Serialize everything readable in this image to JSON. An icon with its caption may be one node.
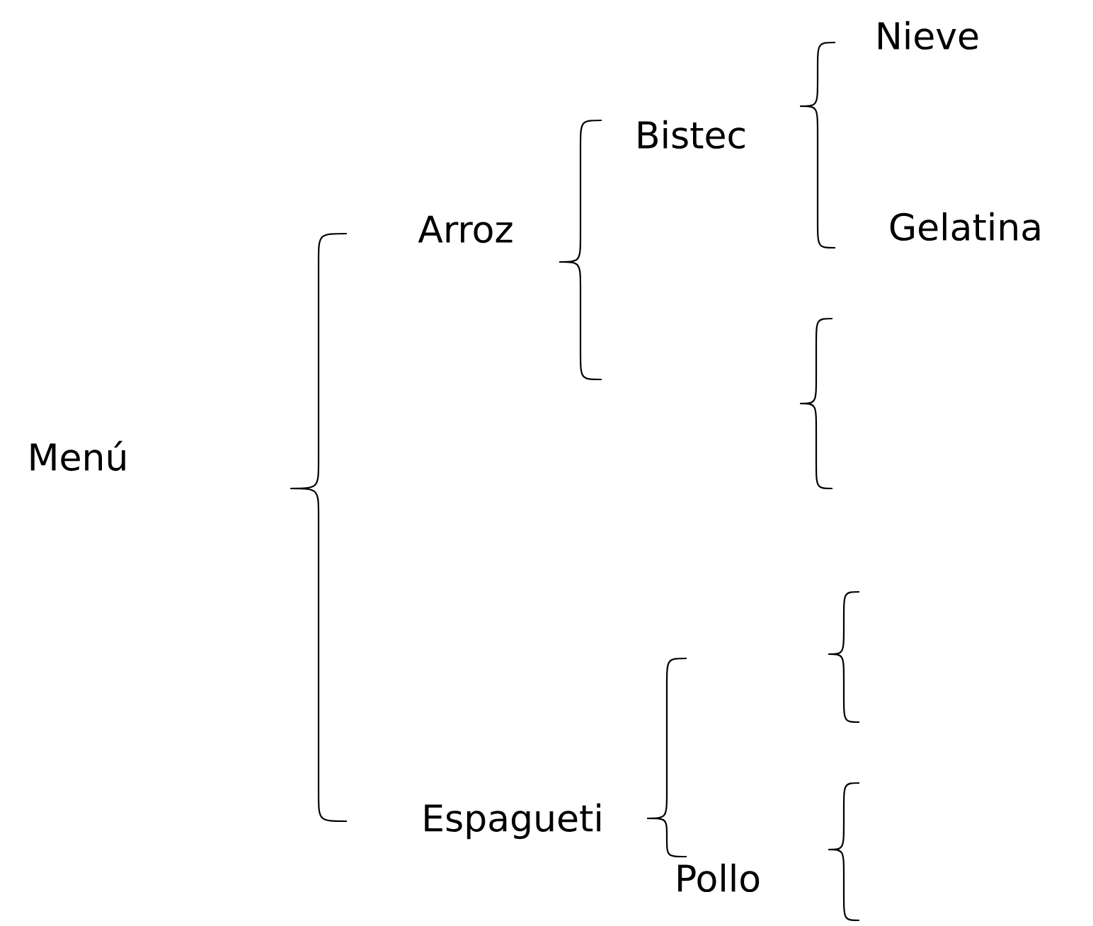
{
  "diagram": {
    "nodes": [
      {
        "text": [
          "Menú"
        ]
      },
      {
        "text": [
          "Arroz"
        ]
      },
      {
        "text": [
          "Bistec"
        ]
      },
      {
        "text": [
          "Nieve"
        ]
      },
      {
        "text": [
          "Gelatina"
        ]
      },
      {
        "text": [
          "Espagueti"
        ]
      },
      {
        "text": [
          "Pollo"
        ]
      }
    ]
  }
}
